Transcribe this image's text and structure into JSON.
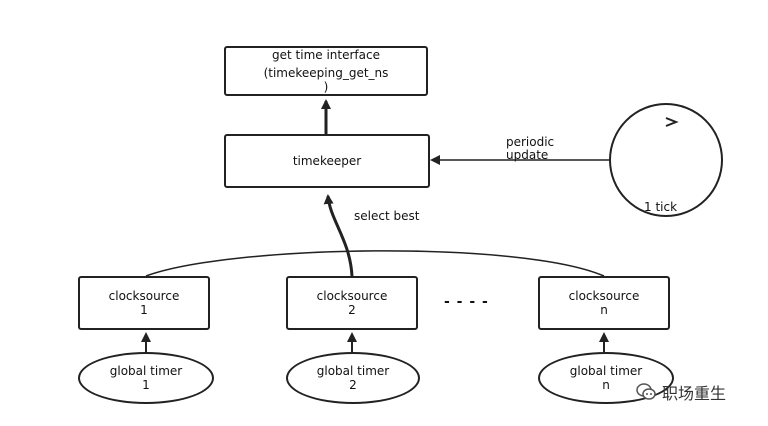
{
  "nodes": {
    "get_time": {
      "line1": "get time interface",
      "line2": "(timekeeping_get_ns",
      "line3": ")"
    },
    "timekeeper": {
      "label": "timekeeper"
    },
    "tick": {
      "label": "1 tick"
    },
    "clocksources": [
      {
        "line1": "clocksource",
        "line2": "1"
      },
      {
        "line1": "clocksource",
        "line2": "2"
      },
      {
        "line1": "clocksource",
        "line2": "n"
      }
    ],
    "timers": [
      {
        "line1": "global timer",
        "line2": "1"
      },
      {
        "line1": "global timer",
        "line2": "2"
      },
      {
        "line1": "global timer",
        "line2": "n"
      }
    ]
  },
  "edges": {
    "periodic_update": {
      "line1": "periodic",
      "line2": "update"
    },
    "select_best": "select best",
    "ellipsis": "- - - -"
  },
  "watermark": "职场重生"
}
